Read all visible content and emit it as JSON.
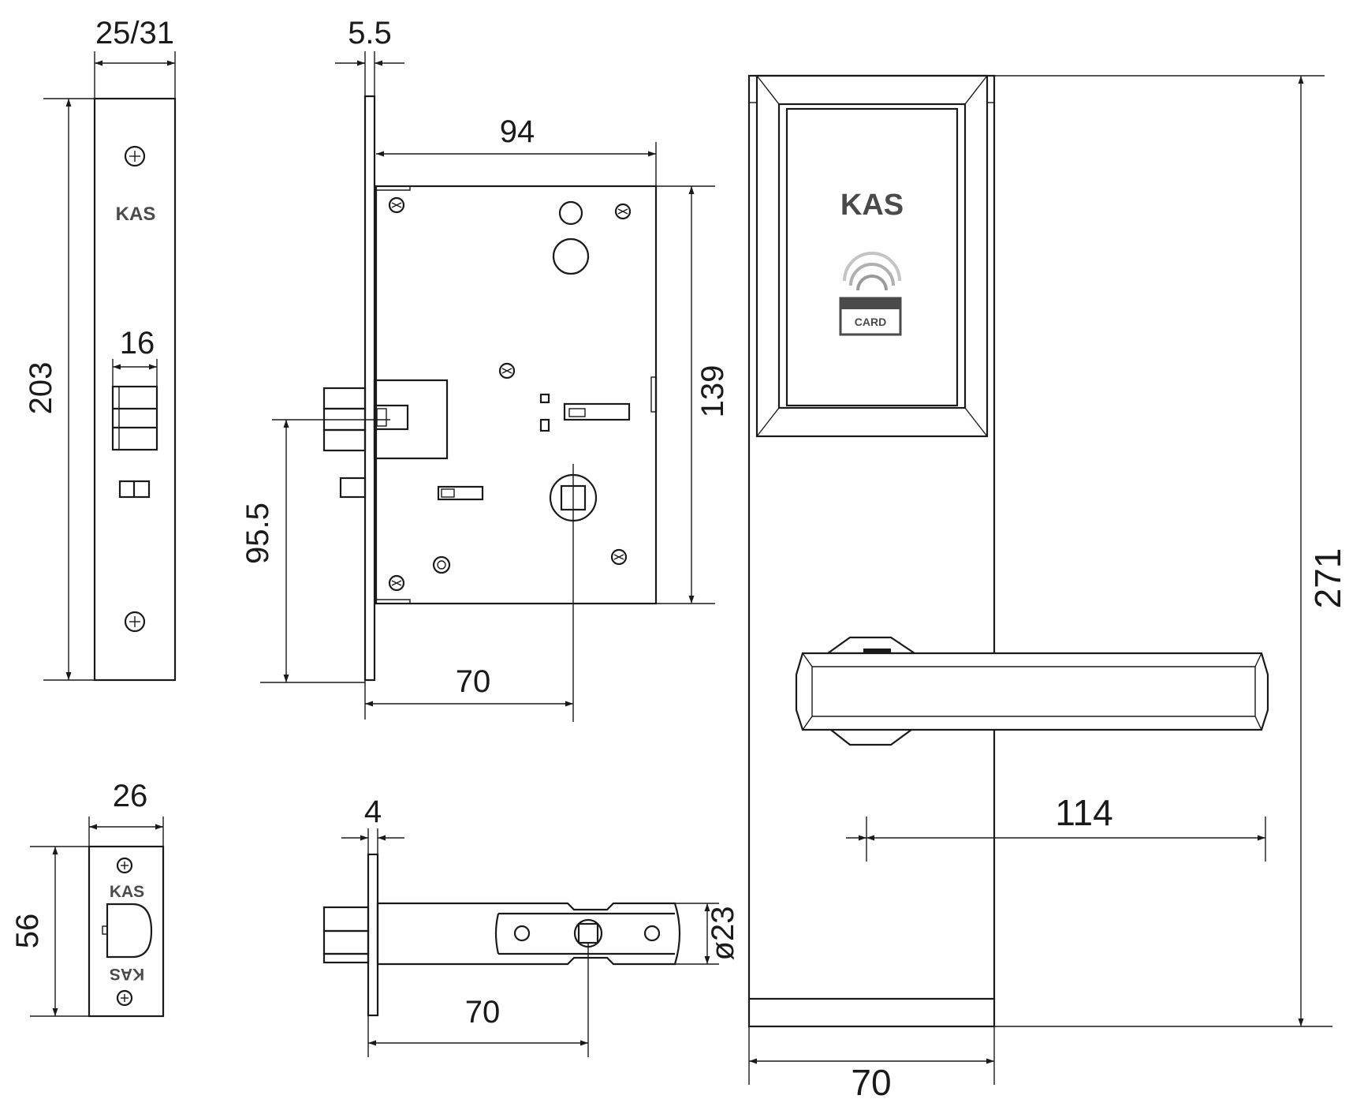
{
  "diagram": {
    "brand": "KAS",
    "card_label": "CARD",
    "dimensions": {
      "faceplate_width": "25/31",
      "faceplate_height": "203",
      "bolt_width": "16",
      "faceplate_thickness": "5.5",
      "case_depth": "94",
      "case_height": "139",
      "backset_height": "95.5",
      "backset": "70",
      "strike_width": "26",
      "strike_height": "56",
      "latch_faceplate_thickness": "4",
      "latch_diameter": "ø23",
      "latch_backset": "70",
      "handle_length": "114",
      "escutcheon_height": "271",
      "escutcheon_width": "70"
    }
  }
}
